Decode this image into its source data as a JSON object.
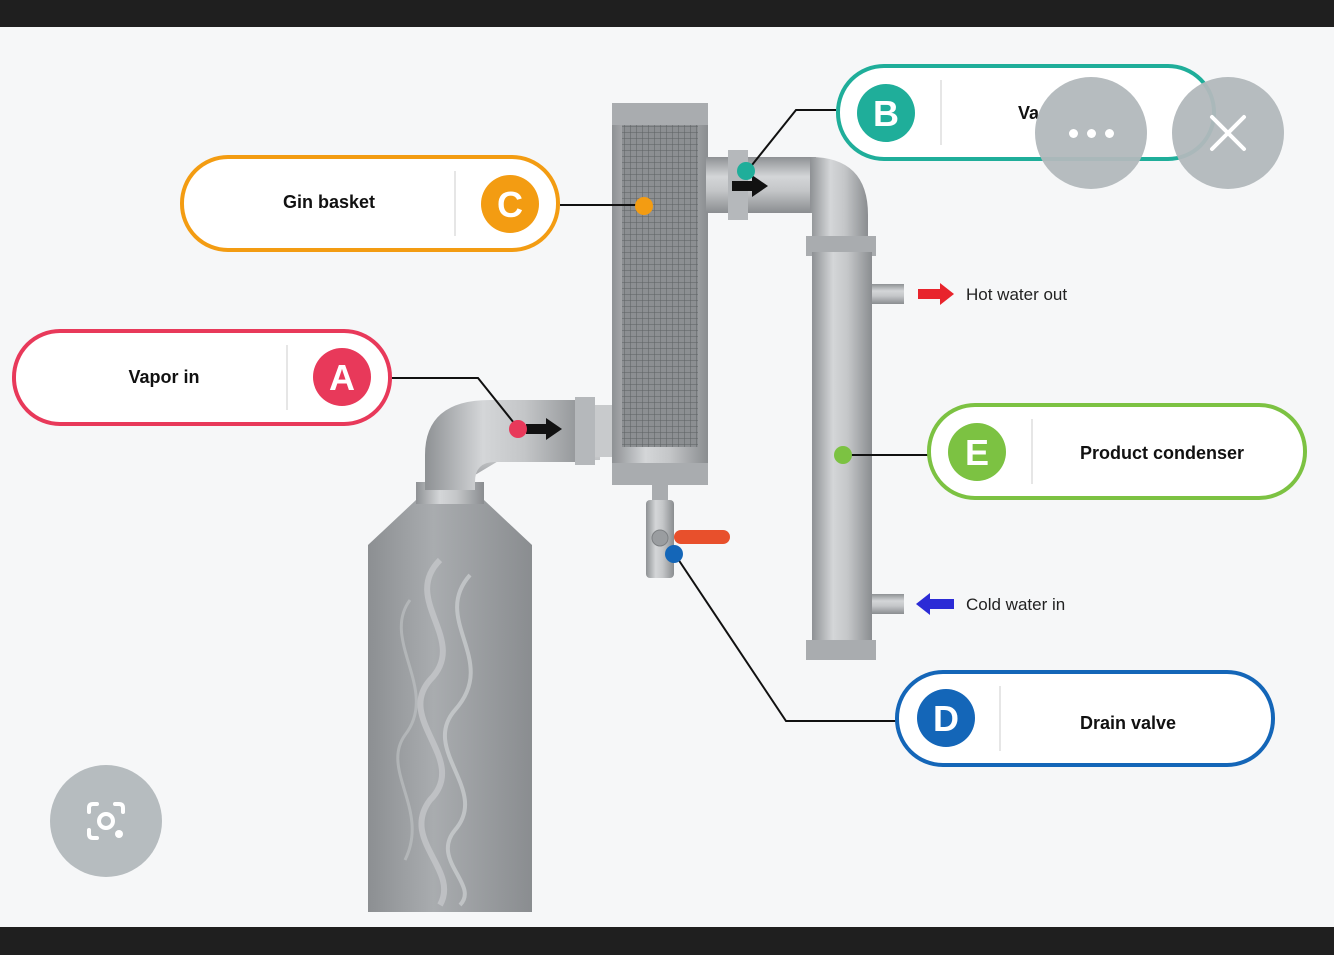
{
  "diagram": {
    "callouts": [
      {
        "letter": "A",
        "label": "Vapor in",
        "color": "#e8395a"
      },
      {
        "letter": "B",
        "label": "Va",
        "color": "#1fae9a"
      },
      {
        "letter": "C",
        "label": "Gin basket",
        "color": "#f39c12"
      },
      {
        "letter": "D",
        "label": "Drain valve",
        "color": "#1466b8"
      },
      {
        "letter": "E",
        "label": "Product condenser",
        "color": "#7cc242"
      }
    ],
    "hot_water": {
      "label": "Hot water out",
      "color": "#e8242c"
    },
    "cold_water": {
      "label": "Cold water in",
      "color": "#2b2bd6"
    }
  },
  "overlay": {
    "more_icon": "more-horizontal-icon",
    "close_icon": "close-icon",
    "lens_icon": "lens-search-icon"
  }
}
